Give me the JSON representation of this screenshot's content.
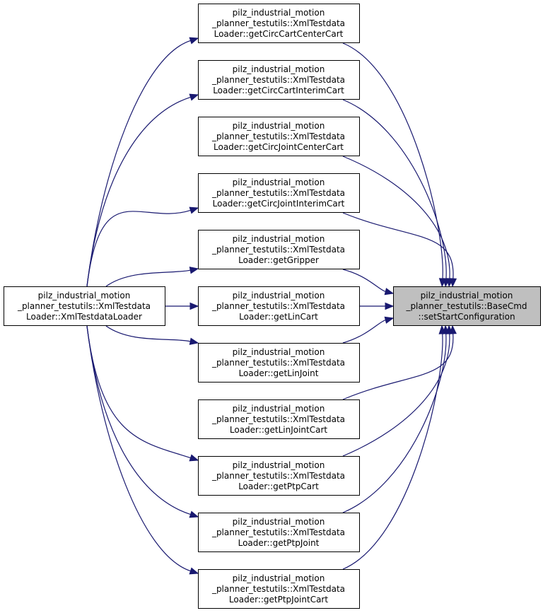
{
  "diagram": {
    "source_node": {
      "id": "loader",
      "lines": [
        "pilz_industrial_motion",
        "_planner_testutils::XmlTestdata",
        "Loader::XmlTestdataLoader"
      ]
    },
    "target_node": {
      "id": "setstart",
      "lines": [
        "pilz_industrial_motion",
        "_planner_testutils::BaseCmd",
        "::setStartConfiguration"
      ]
    },
    "middle_nodes": [
      {
        "id": "getCircCartCenterCart",
        "lines": [
          "pilz_industrial_motion",
          "_planner_testutils::XmlTestdata",
          "Loader::getCircCartCenterCart"
        ]
      },
      {
        "id": "getCircCartInterimCart",
        "lines": [
          "pilz_industrial_motion",
          "_planner_testutils::XmlTestdata",
          "Loader::getCircCartInterimCart"
        ]
      },
      {
        "id": "getCircJointCenterCart",
        "lines": [
          "pilz_industrial_motion",
          "_planner_testutils::XmlTestdata",
          "Loader::getCircJointCenterCart"
        ]
      },
      {
        "id": "getCircJointInterimCart",
        "lines": [
          "pilz_industrial_motion",
          "_planner_testutils::XmlTestdata",
          "Loader::getCircJointInterimCart"
        ]
      },
      {
        "id": "getGripper",
        "lines": [
          "pilz_industrial_motion",
          "_planner_testutils::XmlTestdata",
          "Loader::getGripper"
        ]
      },
      {
        "id": "getLinCart",
        "lines": [
          "pilz_industrial_motion",
          "_planner_testutils::XmlTestdata",
          "Loader::getLinCart"
        ]
      },
      {
        "id": "getLinJoint",
        "lines": [
          "pilz_industrial_motion",
          "_planner_testutils::XmlTestdata",
          "Loader::getLinJoint"
        ]
      },
      {
        "id": "getLinJointCart",
        "lines": [
          "pilz_industrial_motion",
          "_planner_testutils::XmlTestdata",
          "Loader::getLinJointCart"
        ]
      },
      {
        "id": "getPtpCart",
        "lines": [
          "pilz_industrial_motion",
          "_planner_testutils::XmlTestdata",
          "Loader::getPtpCart"
        ]
      },
      {
        "id": "getPtpJoint",
        "lines": [
          "pilz_industrial_motion",
          "_planner_testutils::XmlTestdata",
          "Loader::getPtpJoint"
        ]
      },
      {
        "id": "getPtpJointCart",
        "lines": [
          "pilz_industrial_motion",
          "_planner_testutils::XmlTestdata",
          "Loader::getPtpJointCart"
        ]
      }
    ],
    "edges_from_source": [
      "getCircCartCenterCart",
      "getCircCartInterimCart",
      "getCircJointInterimCart",
      "getGripper",
      "getLinCart",
      "getLinJoint",
      "getPtpCart",
      "getPtpJoint",
      "getPtpJointCart"
    ],
    "edges_to_target": [
      "getCircCartCenterCart",
      "getCircCartInterimCart",
      "getCircJointCenterCart",
      "getCircJointInterimCart",
      "getGripper",
      "getLinCart",
      "getLinJoint",
      "getLinJointCart",
      "getPtpCart",
      "getPtpJoint",
      "getPtpJointCart"
    ],
    "colors": {
      "edge": "#191970",
      "node_border": "#000000",
      "node_fill": "#ffffff",
      "target_fill": "#bfbfbf"
    }
  }
}
